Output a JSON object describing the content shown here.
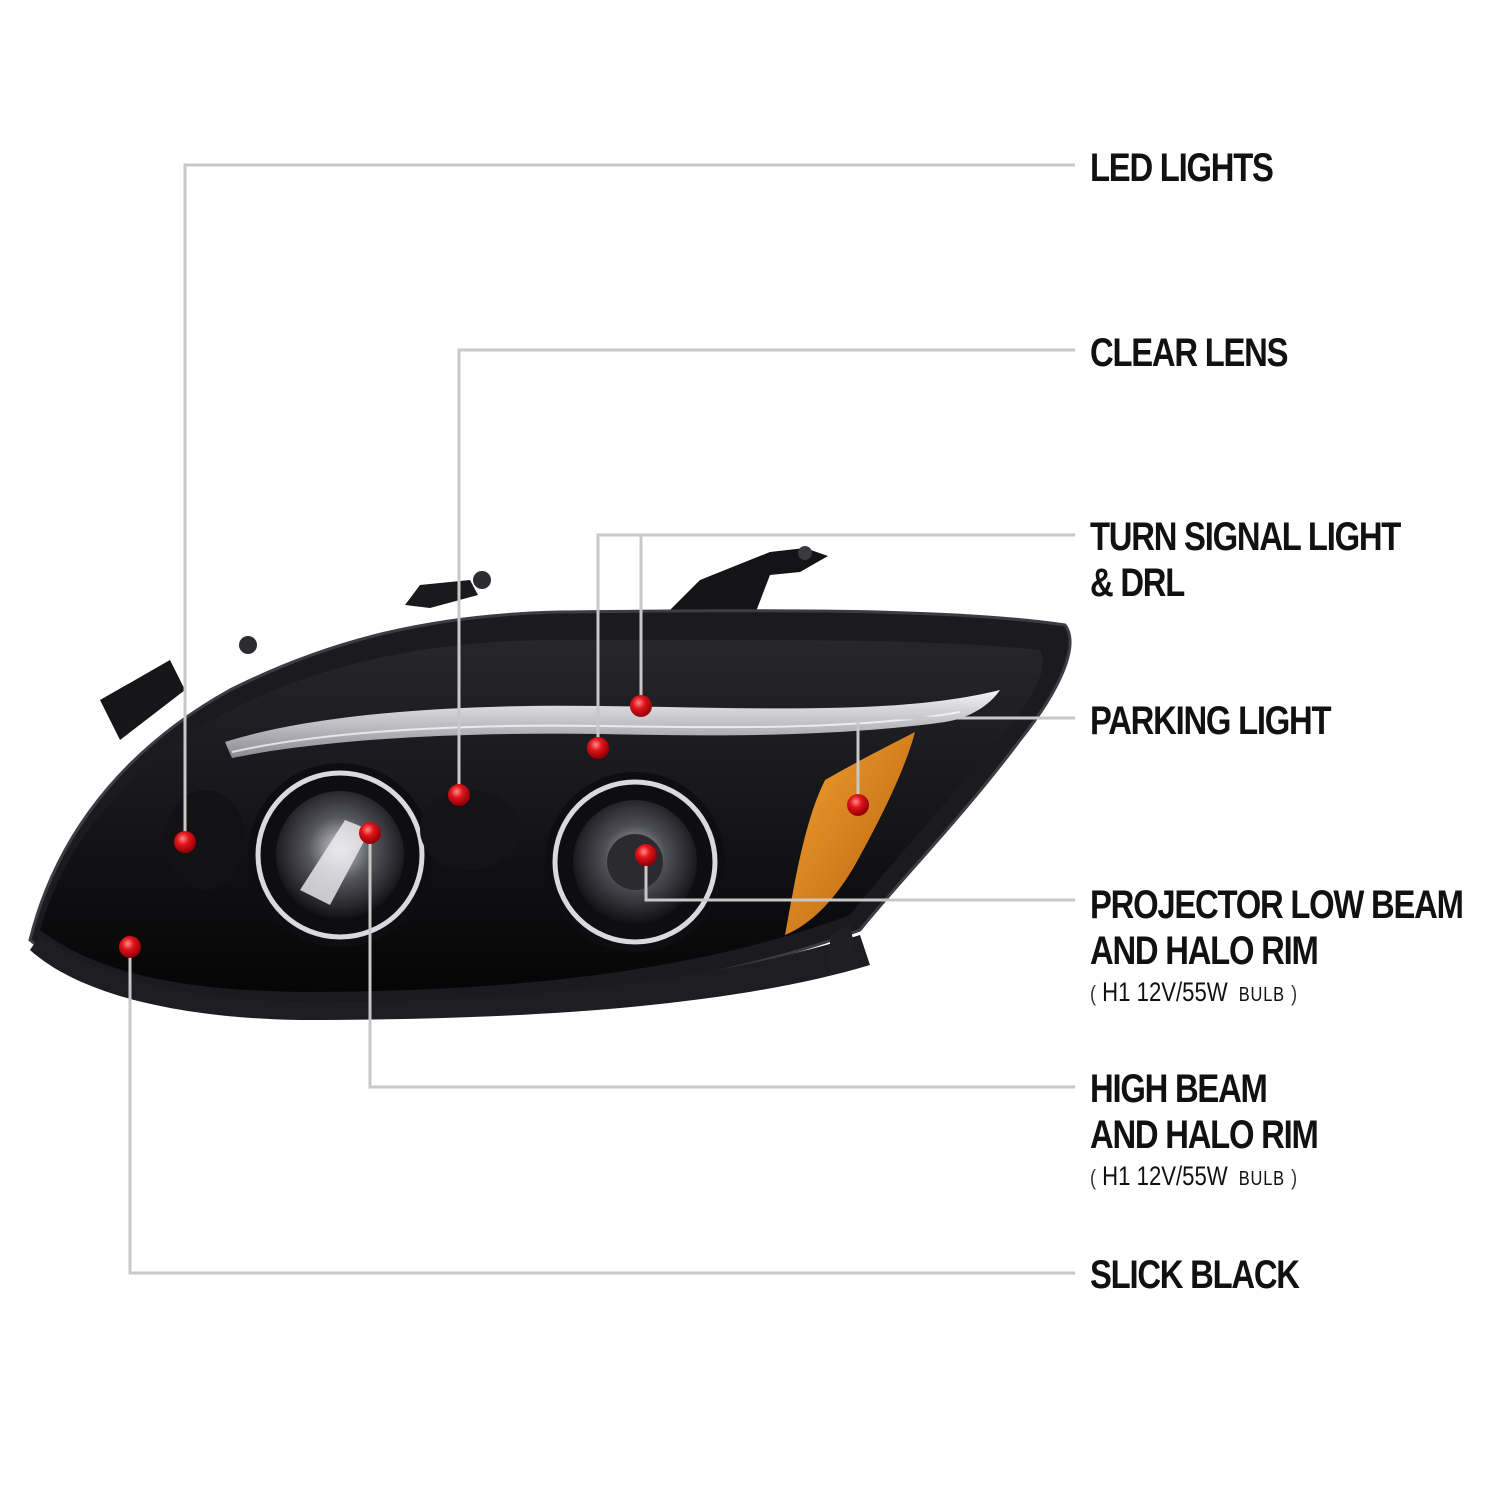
{
  "colors": {
    "background": "#ffffff",
    "leader_line": "#c8c8c8",
    "marker": "#e0151b",
    "housing": "#0b0b0d",
    "amber_reflector": "#d9821a",
    "label_text": "#111111"
  },
  "callouts": [
    {
      "id": "led-lights",
      "lines": [
        "LED LIGHTS"
      ]
    },
    {
      "id": "clear-lens",
      "lines": [
        "CLEAR LENS"
      ]
    },
    {
      "id": "turn-signal-drl",
      "lines": [
        "TURN SIGNAL LIGHT",
        "& DRL"
      ]
    },
    {
      "id": "parking-light",
      "lines": [
        "PARKING LIGHT"
      ]
    },
    {
      "id": "projector-low-beam",
      "lines": [
        "PROJECTOR LOW BEAM",
        "AND HALO RIM"
      ],
      "spec": {
        "open": "(",
        "value": "H1  12V/55W",
        "unit": "BULB",
        "close": ")"
      }
    },
    {
      "id": "high-beam",
      "lines": [
        "HIGH BEAM",
        "AND HALO RIM"
      ],
      "spec": {
        "open": "(",
        "value": "H1  12V/55W",
        "unit": "BULB",
        "close": ")"
      }
    },
    {
      "id": "slick-black",
      "lines": [
        "SLICK BLACK"
      ]
    }
  ]
}
